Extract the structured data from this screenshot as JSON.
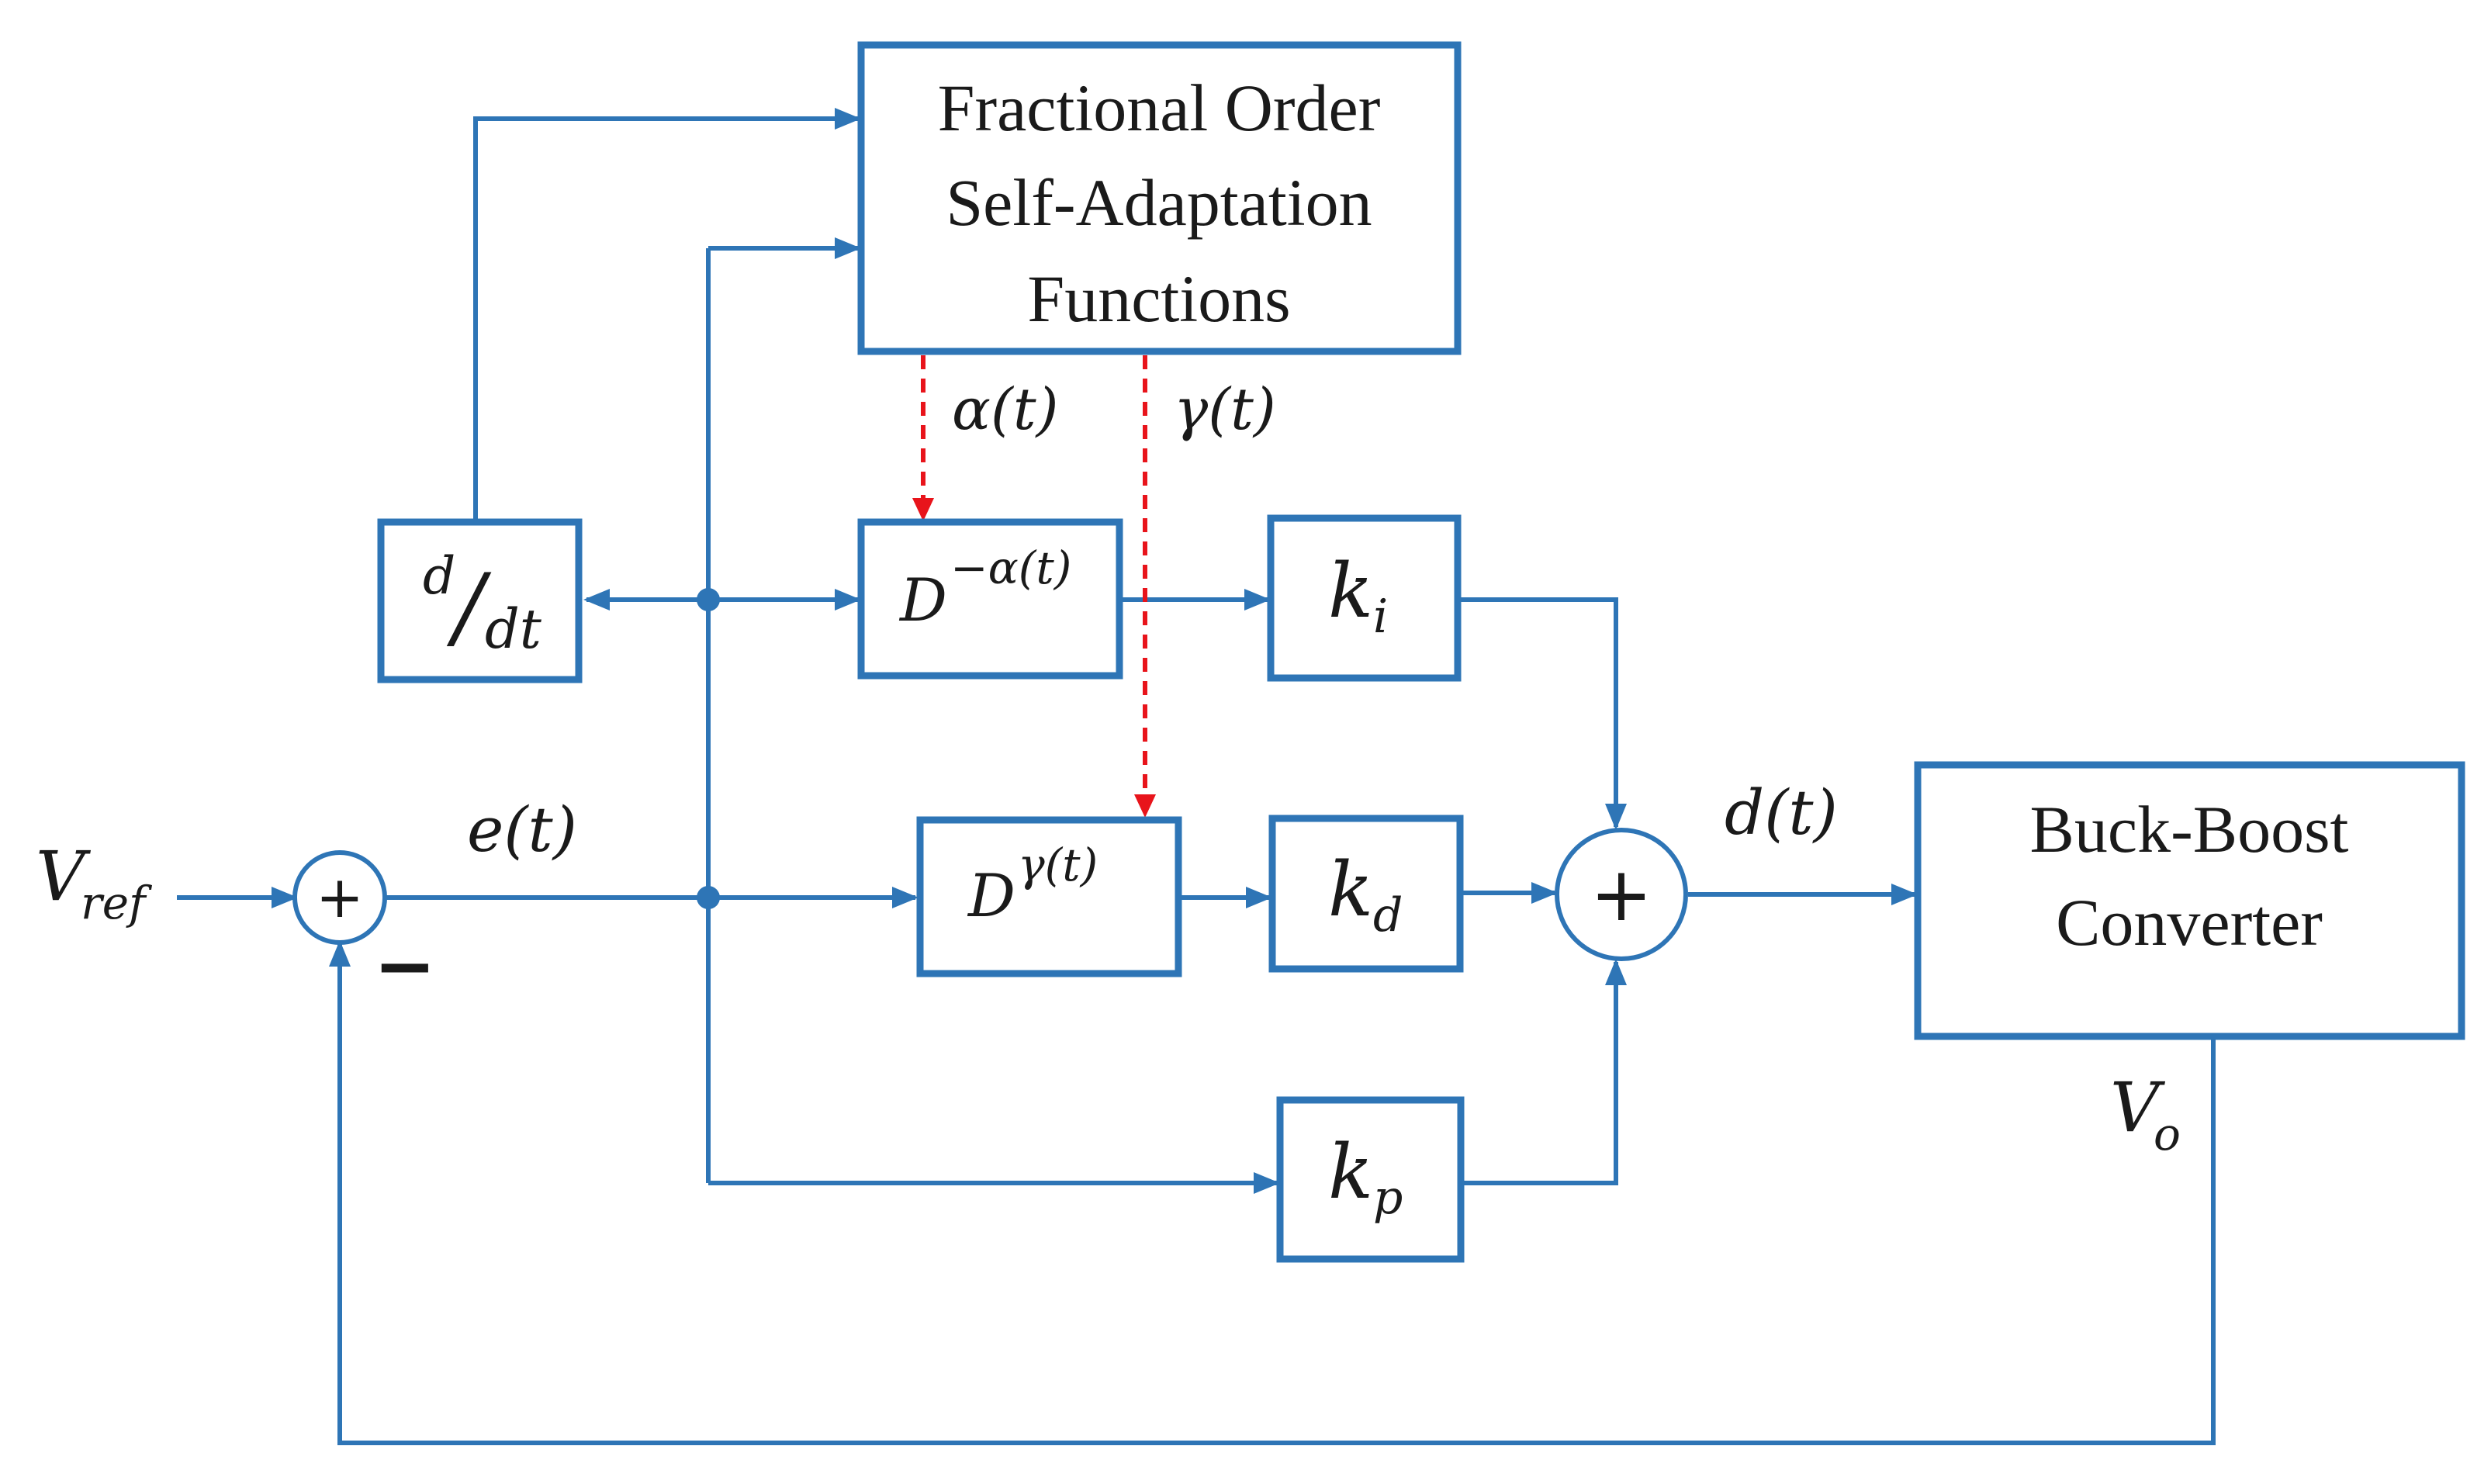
{
  "blocks": {
    "adaptation": {
      "line1": "Fractional Order",
      "line2": "Self-Adaptation",
      "line3": "Functions"
    },
    "converter": {
      "line1": "Buck-Boost",
      "line2": "Converter"
    },
    "derivative": {
      "num": "d",
      "slash": "/",
      "den": "dt"
    },
    "integral_op": {
      "base": "D",
      "exp": "−α(t)"
    },
    "derivative_op": {
      "base": "D",
      "exp": "γ(t)"
    },
    "ki": {
      "base": "k",
      "sub": "i"
    },
    "kd": {
      "base": "k",
      "sub": "d"
    },
    "kp": {
      "base": "k",
      "sub": "p"
    }
  },
  "signals": {
    "alpha": "α(t)",
    "gamma": "γ(t)",
    "error": "e(t)",
    "duty": "d(t)",
    "vref": {
      "base": "V",
      "sub": "ref"
    },
    "vo": {
      "base": "V",
      "sub": "o"
    }
  },
  "summing": {
    "input_plus": "+",
    "input_minus": "−",
    "output_plus": "+"
  },
  "colors": {
    "line": "#2E75B6",
    "adaptive_signal": "#E8141B",
    "text": "#1a1a1a"
  }
}
